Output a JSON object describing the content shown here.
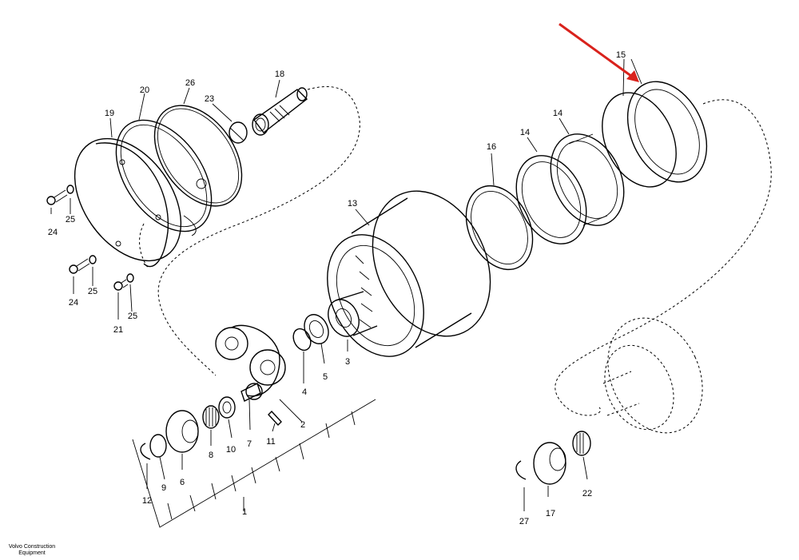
{
  "labels": {
    "p1": "1",
    "p2": "2",
    "p3": "3",
    "p4": "4",
    "p5": "5",
    "p6": "6",
    "p7": "7",
    "p8": "8",
    "p9": "9",
    "p10": "10",
    "p11": "11",
    "p12": "12",
    "p13": "13",
    "p14a": "14",
    "p14b": "14",
    "p15": "15",
    "p16": "16",
    "p17": "17",
    "p18": "18",
    "p19": "19",
    "p20": "20",
    "p21": "21",
    "p22": "22",
    "p23": "23",
    "p24a": "24",
    "p24b": "24",
    "p25a": "25",
    "p25b": "25",
    "p25c": "25",
    "p26": "26",
    "p27": "27"
  },
  "watermark": {
    "line1": "Volvo Construction",
    "line2": "Equipment"
  },
  "colors": {
    "line": "#000000",
    "arrow": "#d9221c",
    "background": "#ffffff"
  }
}
